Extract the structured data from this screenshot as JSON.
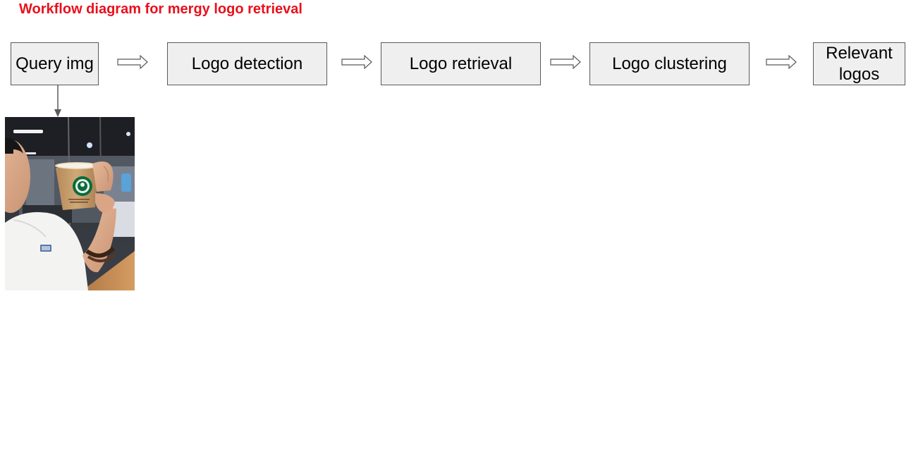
{
  "diagram": {
    "title": "Workflow diagram for mergy logo retrieval",
    "title_color": "#e8101d",
    "steps": [
      {
        "label": "Query img"
      },
      {
        "label": "Logo detection"
      },
      {
        "label": "Logo retrieval"
      },
      {
        "label": "Logo clustering"
      },
      {
        "label": "Relevant logos"
      }
    ],
    "box_fill": "#efefef",
    "box_border": "#595959",
    "connector": "hollow-right-arrow",
    "query_image": {
      "depicts": "person holding a Starbucks paper cup"
    }
  }
}
